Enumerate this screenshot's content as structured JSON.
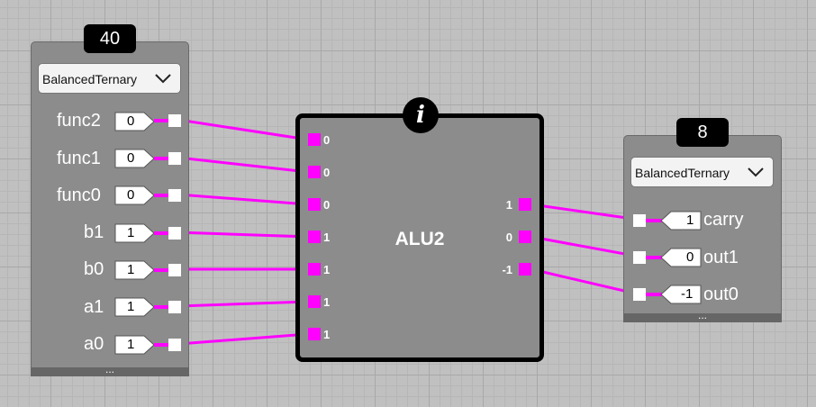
{
  "input_panel": {
    "count": "40",
    "mode": "BalancedTernary",
    "rows": [
      {
        "label": "func2",
        "value": "0"
      },
      {
        "label": "func1",
        "value": "0"
      },
      {
        "label": "func0",
        "value": "0"
      },
      {
        "label": "b1",
        "value": "1"
      },
      {
        "label": "b0",
        "value": "1"
      },
      {
        "label": "a1",
        "value": "1"
      },
      {
        "label": "a0",
        "value": "1"
      }
    ],
    "footer": "..."
  },
  "chip": {
    "title": "ALU2",
    "info_icon": "i",
    "input_pins": [
      "0",
      "0",
      "0",
      "1",
      "1",
      "1",
      "1"
    ],
    "output_pins": [
      "1",
      "0",
      "-1"
    ]
  },
  "output_panel": {
    "count": "8",
    "mode": "BalancedTernary",
    "rows": [
      {
        "label": "carry",
        "value": "1"
      },
      {
        "label": "out1",
        "value": "0"
      },
      {
        "label": "out0",
        "value": "-1"
      }
    ],
    "footer": "..."
  },
  "colors": {
    "wire": "#ff00ff",
    "panel": "#8c8c8c",
    "badge": "#000000"
  }
}
